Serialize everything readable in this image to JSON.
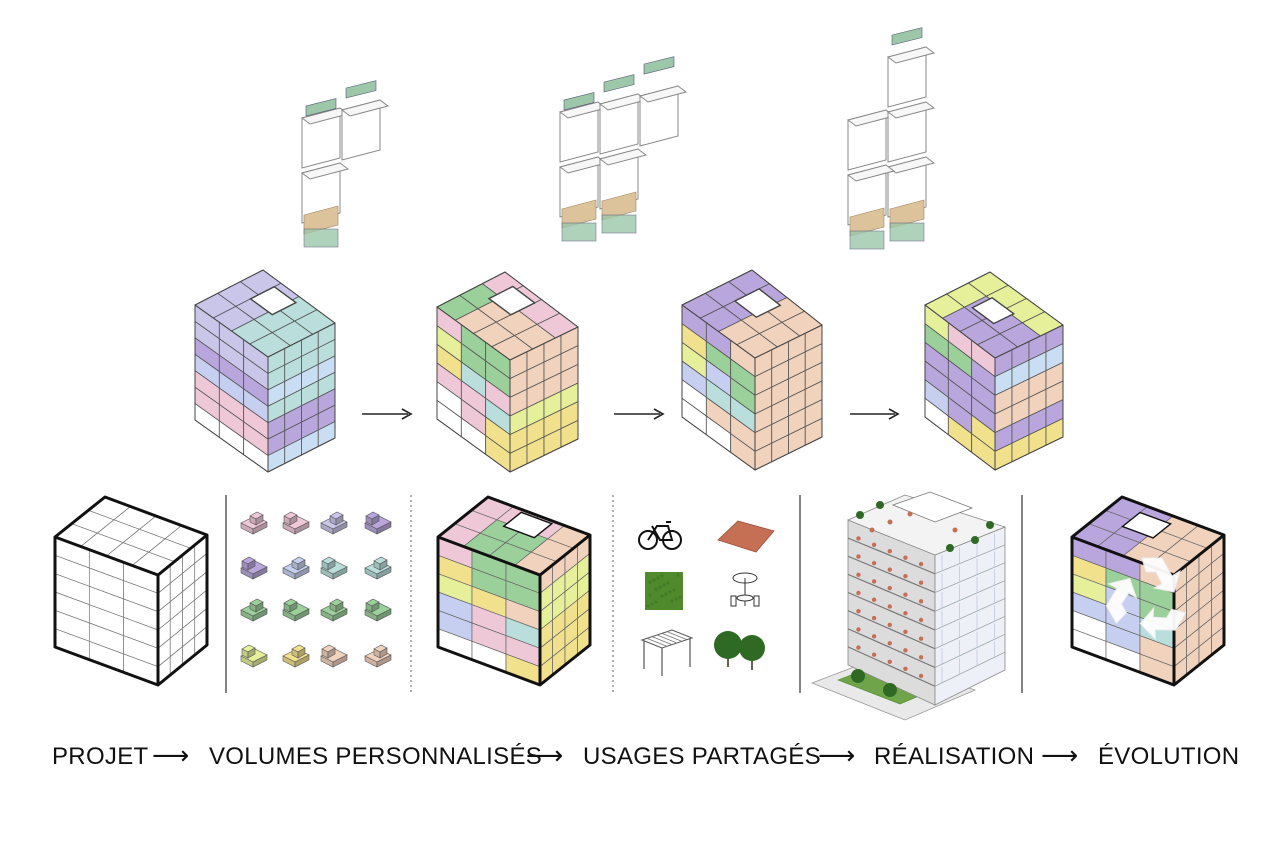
{
  "steps": [
    {
      "label": "PROJET"
    },
    {
      "label": "VOLUMES PERSONNALISÉS"
    },
    {
      "label": "USAGES PARTAGÉS"
    },
    {
      "label": "RÉALISATION"
    },
    {
      "label": "ÉVOLUTION"
    }
  ],
  "arrow_glyph": "⟶",
  "palette": {
    "lavender": "#c9c6ea",
    "purple": "#b9a6dc",
    "teal": "#b9dedb",
    "sky": "#c9def2",
    "pink": "#efc8d8",
    "green": "#9cd09a",
    "lime": "#e6ef9a",
    "yellow": "#f1e08c",
    "peach": "#f1d2bd",
    "blue": "#c6cff0",
    "white": "#ffffff",
    "line": "#555555",
    "edge": "#111111",
    "terracotta": "#c56f55",
    "grass": "#4f8b2c",
    "tree": "#2f6a24",
    "plan_wood": "#ddc39b",
    "plan_window": "#9cc7a9"
  },
  "icons": [
    {
      "name": "bicycle-icon"
    },
    {
      "name": "terracotta-tile-icon"
    },
    {
      "name": "grass-tile-icon"
    },
    {
      "name": "table-umbrella-icon"
    },
    {
      "name": "pergola-icon"
    },
    {
      "name": "trees-icon"
    }
  ],
  "recycle_icon": "recycle-icon"
}
